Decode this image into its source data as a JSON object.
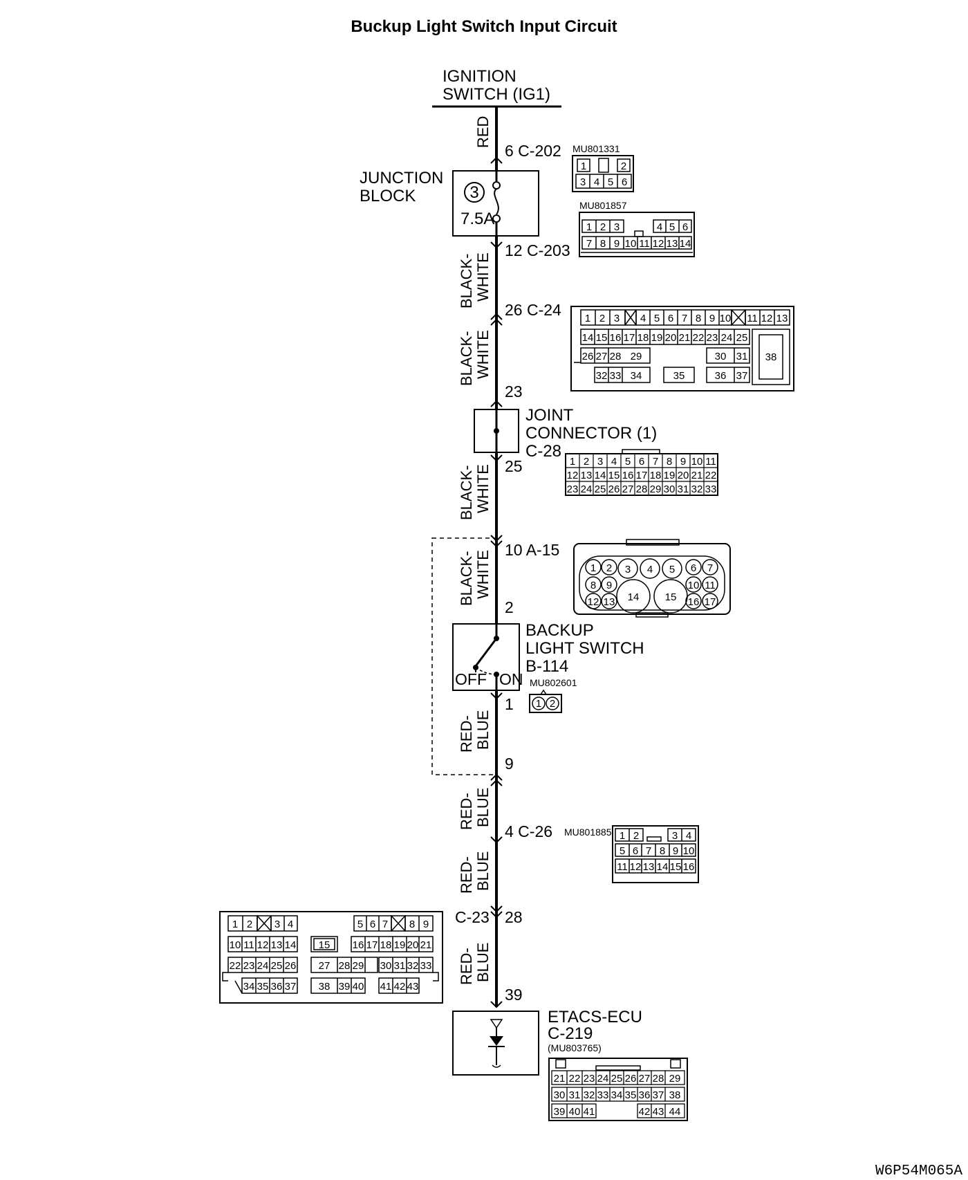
{
  "title": "Buckup Light Switch Input Circuit",
  "ignition": {
    "line1": "IGNITION",
    "line2": "SWITCH (IG1)"
  },
  "junction_block": {
    "line1": "JUNCTION",
    "line2": "BLOCK",
    "fuse_number": "3",
    "fuse_rating": "7.5A"
  },
  "joint_connector": {
    "line1": "JOINT",
    "line2": "CONNECTOR (1)",
    "code": "C-28"
  },
  "backup_switch": {
    "line1": "BACKUP",
    "line2": "LIGHT SWITCH",
    "code": "B-114",
    "part": "MU802601",
    "off_label": "OFF",
    "on_label": "ON"
  },
  "etacs": {
    "line1": "ETACS-ECU",
    "code": "C-219",
    "part": "(MU803765)"
  },
  "wires": {
    "w1": "RED",
    "w2a": "BLACK-",
    "w2b": "WHITE",
    "w3a": "BLACK-",
    "w3b": "WHITE",
    "w4a": "BLACK-",
    "w4b": "WHITE",
    "w5a": "BLACK-",
    "w5b": "WHITE",
    "w6a": "RED-",
    "w6b": "BLUE",
    "w7a": "RED-",
    "w7b": "BLUE",
    "w8a": "RED-",
    "w8b": "BLUE",
    "w9a": "RED-",
    "w9b": "BLUE"
  },
  "pins": {
    "p1": "6 C-202",
    "p2": "12 C-203",
    "p3": "26 C-24",
    "p4": "23",
    "p5": "25",
    "p6": "10 A-15",
    "p7": "2",
    "p8": "1",
    "p9": "9",
    "p10": "4 C-26",
    "p11": "C-23",
    "p12": "28",
    "p13": "39"
  },
  "connectors": {
    "c202_part": "MU801331",
    "c203_part": "MU801857",
    "c26_part": "MU801885"
  },
  "figure_ref": "W6P54M065A"
}
